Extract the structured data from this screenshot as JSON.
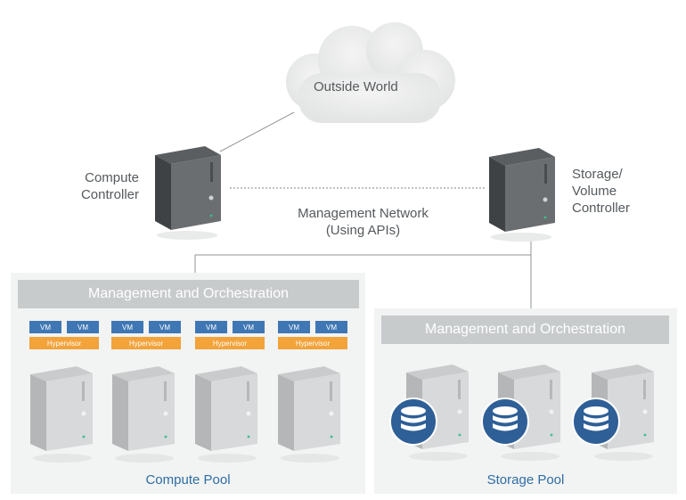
{
  "cloud": {
    "label": "Outside World"
  },
  "compute_controller": {
    "label": "Compute\nController"
  },
  "storage_controller": {
    "label": "Storage/\nVolume\nController"
  },
  "network": {
    "label": "Management Network\n(Using APIs)"
  },
  "compute_pool": {
    "header": "Management and Orchestration",
    "label": "Compute Pool",
    "nodes": [
      {
        "vm1": "VM",
        "vm2": "VM",
        "hypervisor": "Hypervisor"
      },
      {
        "vm1": "VM",
        "vm2": "VM",
        "hypervisor": "Hypervisor"
      },
      {
        "vm1": "VM",
        "vm2": "VM",
        "hypervisor": "Hypervisor"
      },
      {
        "vm1": "VM",
        "vm2": "VM",
        "hypervisor": "Hypervisor"
      }
    ]
  },
  "storage_pool": {
    "header": "Management and Orchestration",
    "label": "Storage Pool"
  },
  "colors": {
    "vm": "#3f77b4",
    "hypervisor": "#f2a33a",
    "pool_label": "#2e6da4",
    "database": "#2e5f97",
    "header_bar": "#c8cbcc"
  }
}
